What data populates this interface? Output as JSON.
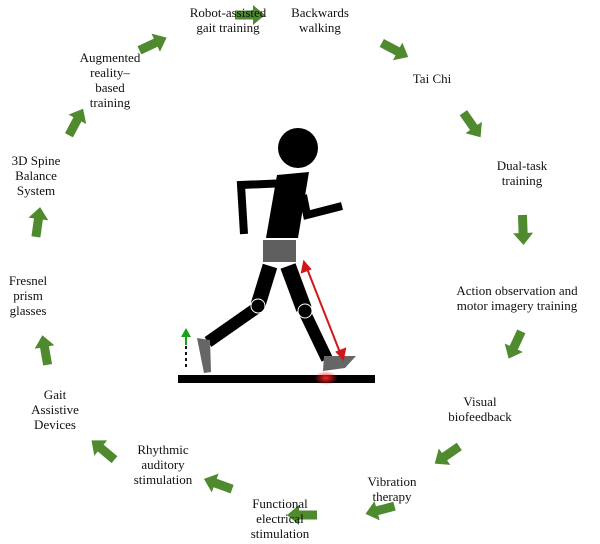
{
  "colors": {
    "arrow": "#4f8a2f",
    "figure": "#000000",
    "shorts": "#5f5f5f",
    "measure": "#d01818",
    "lift": "#1aa31a"
  },
  "steps": [
    {
      "lines": [
        "Robot-assisted",
        "gait training"
      ]
    },
    {
      "lines": [
        "Backwards",
        "walking"
      ]
    },
    {
      "lines": [
        "Tai Chi"
      ]
    },
    {
      "lines": [
        "Dual-task",
        "training"
      ]
    },
    {
      "lines": [
        "Action observation and",
        "motor imagery training"
      ]
    },
    {
      "lines": [
        "Visual",
        "biofeedback"
      ]
    },
    {
      "lines": [
        "Vibration",
        "therapy"
      ]
    },
    {
      "lines": [
        "Functional",
        "electrical",
        "stimulation"
      ]
    },
    {
      "lines": [
        "Rhythmic",
        "auditory",
        "stimulation"
      ]
    },
    {
      "lines": [
        "Gait",
        "Assistive",
        "Devices"
      ]
    },
    {
      "lines": [
        "Fresnel",
        "prism",
        "glasses"
      ]
    },
    {
      "lines": [
        "3D Spine",
        "Balance",
        "System"
      ]
    },
    {
      "lines": [
        "Augmented",
        "reality–",
        "based",
        "training"
      ]
    }
  ]
}
